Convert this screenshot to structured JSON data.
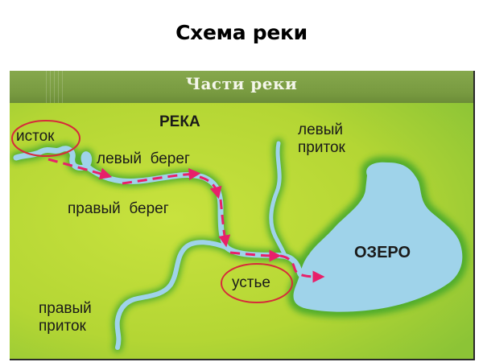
{
  "slide": {
    "title": "Схема реки"
  },
  "figure": {
    "banner_title": "Части реки",
    "labels": {
      "river": "РЕКА",
      "source": "исток",
      "left_bank": "левый  берег",
      "right_bank": "правый  берег",
      "left_tributary_line1": "левый",
      "left_tributary_line2": "приток",
      "right_tributary_line1": "правый",
      "right_tributary_line2": "приток",
      "mouth": "устье",
      "lake": "ОЗЕРО"
    },
    "colors": {
      "banner": "#789a40",
      "land": "#b8d83a",
      "land_dark": "#4caf2a",
      "water": "#9fd3ea",
      "flow_arrow": "#e8206a",
      "circle": "#d62a3a"
    }
  }
}
